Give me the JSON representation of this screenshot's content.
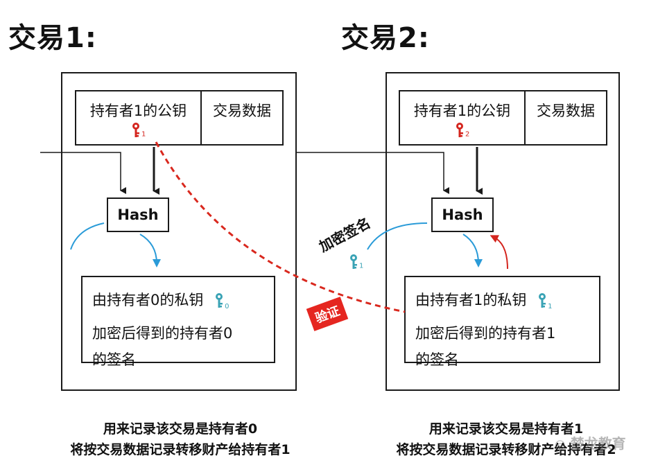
{
  "titles": {
    "tx1": "交易1:",
    "tx2": "交易2:"
  },
  "tx1": {
    "owner_key_cell": "持有者1的公钥",
    "data_cell": "交易数据",
    "key_sub": "1",
    "hash_label": "Hash",
    "sig_line1": "由持有者0的私钥",
    "sig_key_sub": "0",
    "sig_line2": "加密后得到的持有者0",
    "sig_line3": "的签名",
    "caption_line1": "用来记录该交易是持有者0",
    "caption_line2": "将按交易数据记录转移财产给持有者1"
  },
  "tx2": {
    "owner_key_cell": "持有者1的公钥",
    "data_cell": "交易数据",
    "key_sub": "2",
    "hash_label": "Hash",
    "sig_line1": "由持有者1的私钥",
    "sig_key_sub": "1",
    "sig_line2": "加密后得到的持有者1",
    "sig_line3": "的签名",
    "caption_line1": "用来记录该交易是持有者1",
    "caption_line2": "将按交易数据记录转移财产给持有者2"
  },
  "sign_label": "加密签名",
  "sign_key_sub": "1",
  "verify_label": "验证",
  "watermark": "楚龙教育",
  "colors": {
    "verify": "#e52620",
    "blue_arrow": "#2a9bd8",
    "red_key": "#d4251e",
    "teal_key": "#3aa3b5",
    "dashed": "#d9281e"
  },
  "icons": [
    "red-key-icon",
    "teal-key-icon",
    "wechat-icon"
  ]
}
